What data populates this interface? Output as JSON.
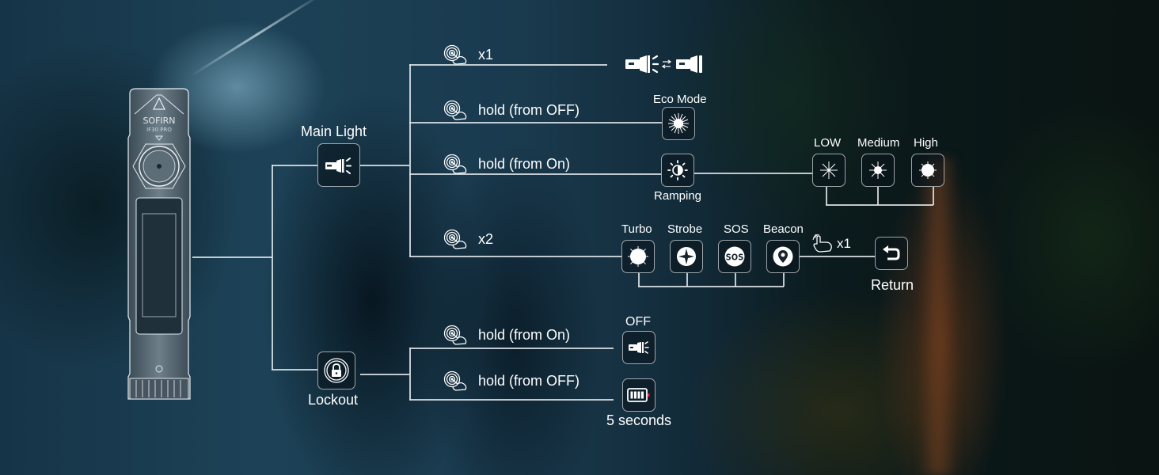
{
  "product": {
    "brand": "SOFIRN",
    "model": "IF30 PRO"
  },
  "modes": {
    "main_light": "Main Light",
    "lockout": "Lockout"
  },
  "actions": {
    "x1": "x1",
    "hold_from_off": "hold (from OFF)",
    "hold_from_on": "hold (from On)",
    "x2": "x2",
    "lock_hold_from_on": "hold (from On)",
    "lock_hold_from_off": "hold (from OFF)",
    "return_tap": "x1"
  },
  "results": {
    "eco_mode": "Eco Mode",
    "ramping": "Ramping",
    "low": "LOW",
    "medium": "Medium",
    "high": "High",
    "turbo": "Turbo",
    "strobe": "Strobe",
    "sos": "SOS",
    "sos_icon_text": "SOS",
    "beacon": "Beacon",
    "return": "Return",
    "off": "OFF",
    "five_seconds": "5 seconds"
  },
  "colors": {
    "line": "#e1e6eb",
    "text": "#ffffff",
    "battery_indicator": "#e0282e"
  }
}
